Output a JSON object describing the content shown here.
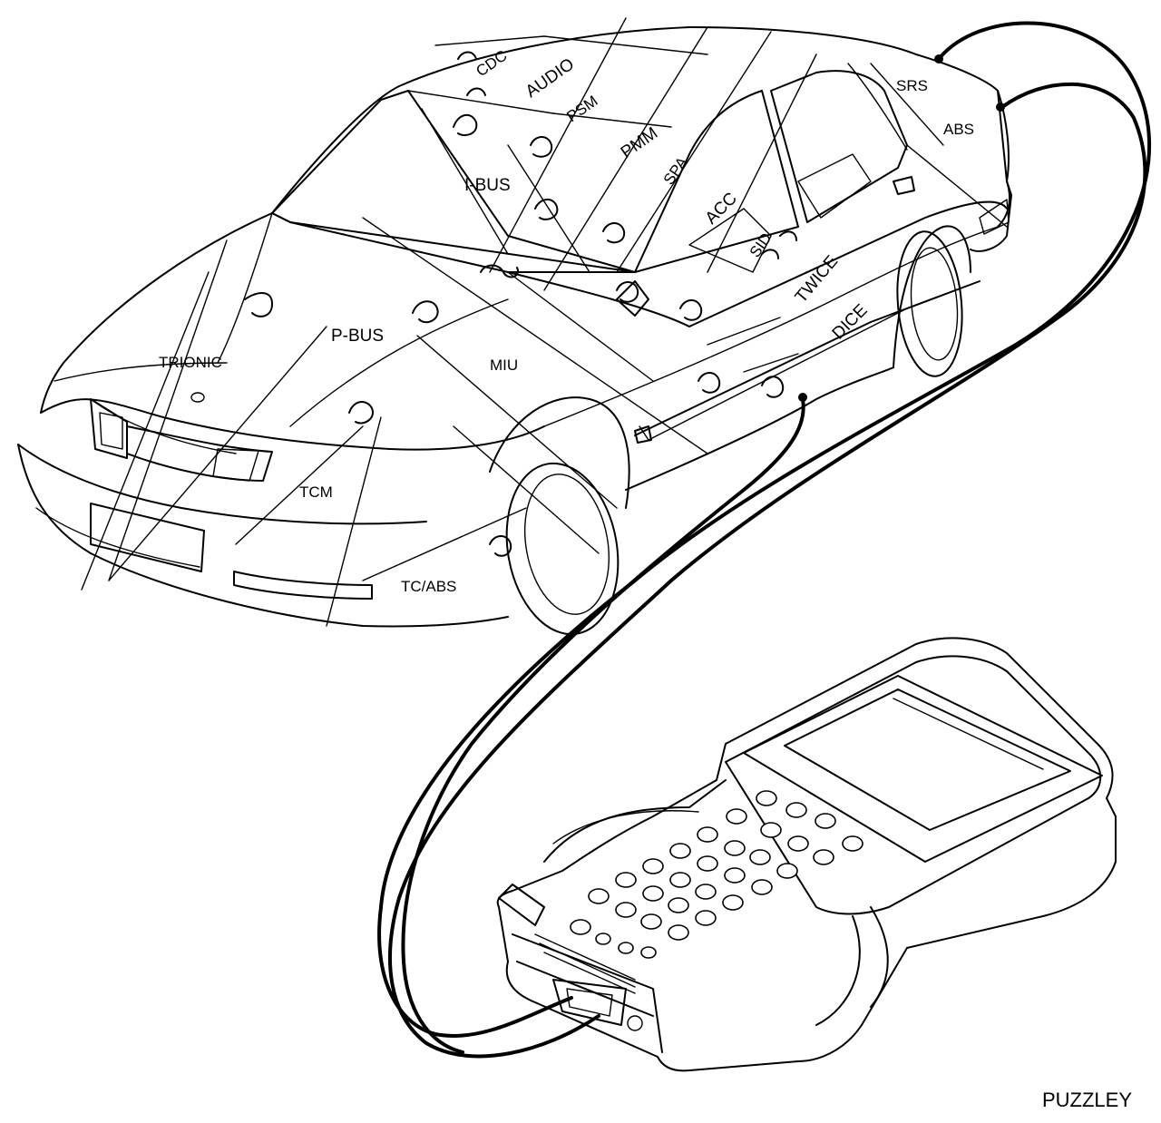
{
  "modules": {
    "cdc": "CDC",
    "audio": "AUDIO",
    "psm": "PSM",
    "pmm": "PMM",
    "ibus": "I-BUS",
    "spa": "SPA",
    "acc": "ACC",
    "sid": "SID",
    "twice": "TWICE",
    "dice": "DICE",
    "srs": "SRS",
    "abs": "ABS",
    "trionic": "TRIONIC",
    "pbus": "P-BUS",
    "miu": "MIU",
    "tcm": "TCM",
    "tcabs": "TC/ABS"
  },
  "caption": "PUZZLEY"
}
